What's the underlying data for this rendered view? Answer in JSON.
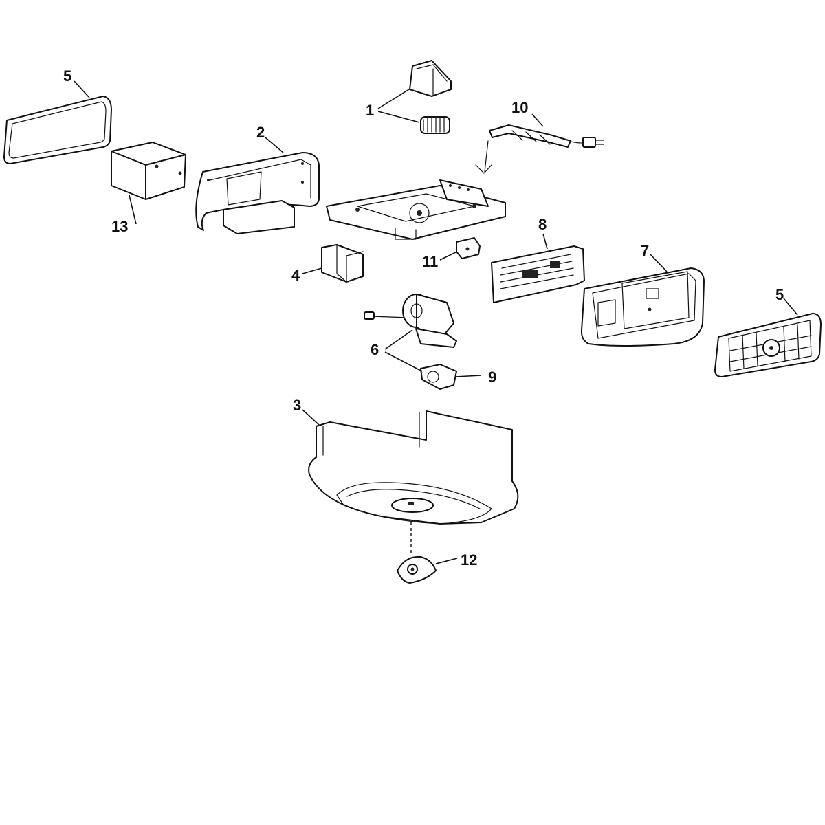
{
  "callouts": {
    "c1": "1",
    "c2": "2",
    "c3": "3",
    "c4": "4",
    "c5a": "5",
    "c5b": "5",
    "c6": "6",
    "c7": "7",
    "c8": "8",
    "c9": "9",
    "c10": "10",
    "c11": "11",
    "c12": "12",
    "c13": "13"
  }
}
